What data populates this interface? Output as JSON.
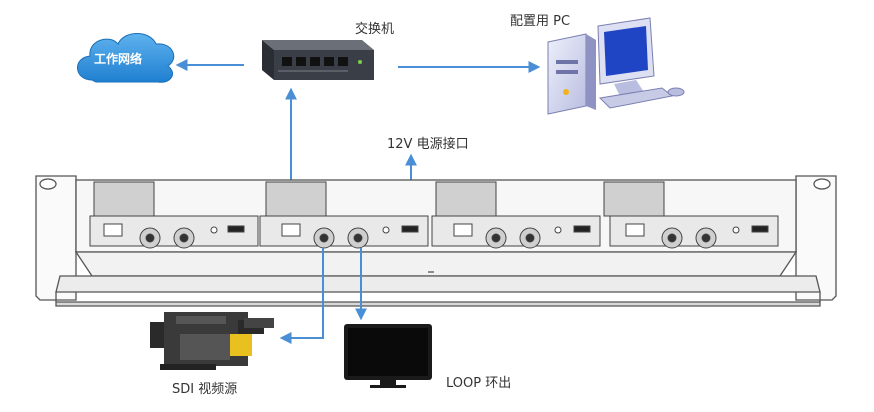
{
  "labels": {
    "cloud": "工作网络",
    "switch": "交换机",
    "pc": "配置用 PC",
    "power": "12V 电源接口",
    "sdi_source": "SDI 视频源",
    "loop": "LOOP 环出"
  },
  "colors": {
    "arrow": "#4a8fd6",
    "cloud": "#2f8fdf",
    "rack": "#555555"
  },
  "icons": [
    "cloud-icon",
    "switch-icon",
    "pc-icon",
    "camera-icon",
    "monitor-icon",
    "rack-chassis"
  ]
}
